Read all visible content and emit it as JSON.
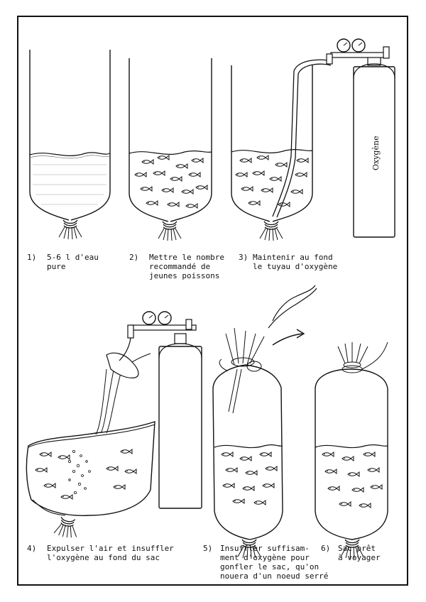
{
  "tank_label": "Oxygène",
  "steps": [
    {
      "num": "1)",
      "text": "5-6 l d'eau\npure"
    },
    {
      "num": "2)",
      "text": "Mettre le nombre\nrecommandé de\njeunes poissons"
    },
    {
      "num": "3)",
      "text": "Maintenir au fond\nle tuyau d'oxygène"
    },
    {
      "num": "4)",
      "text": "Expulser l'air et insuffler\nl'oxygène au fond du sac"
    },
    {
      "num": "5)",
      "text": "Insuffler suffisam-\nment d'oxygène pour\ngonfler le sac, qu'on\nnouera d'un noeud serré"
    },
    {
      "num": "6)",
      "text": "Sac prêt\nà voyager"
    }
  ],
  "colors": {
    "ink": "#111111",
    "paper": "#ffffff"
  }
}
